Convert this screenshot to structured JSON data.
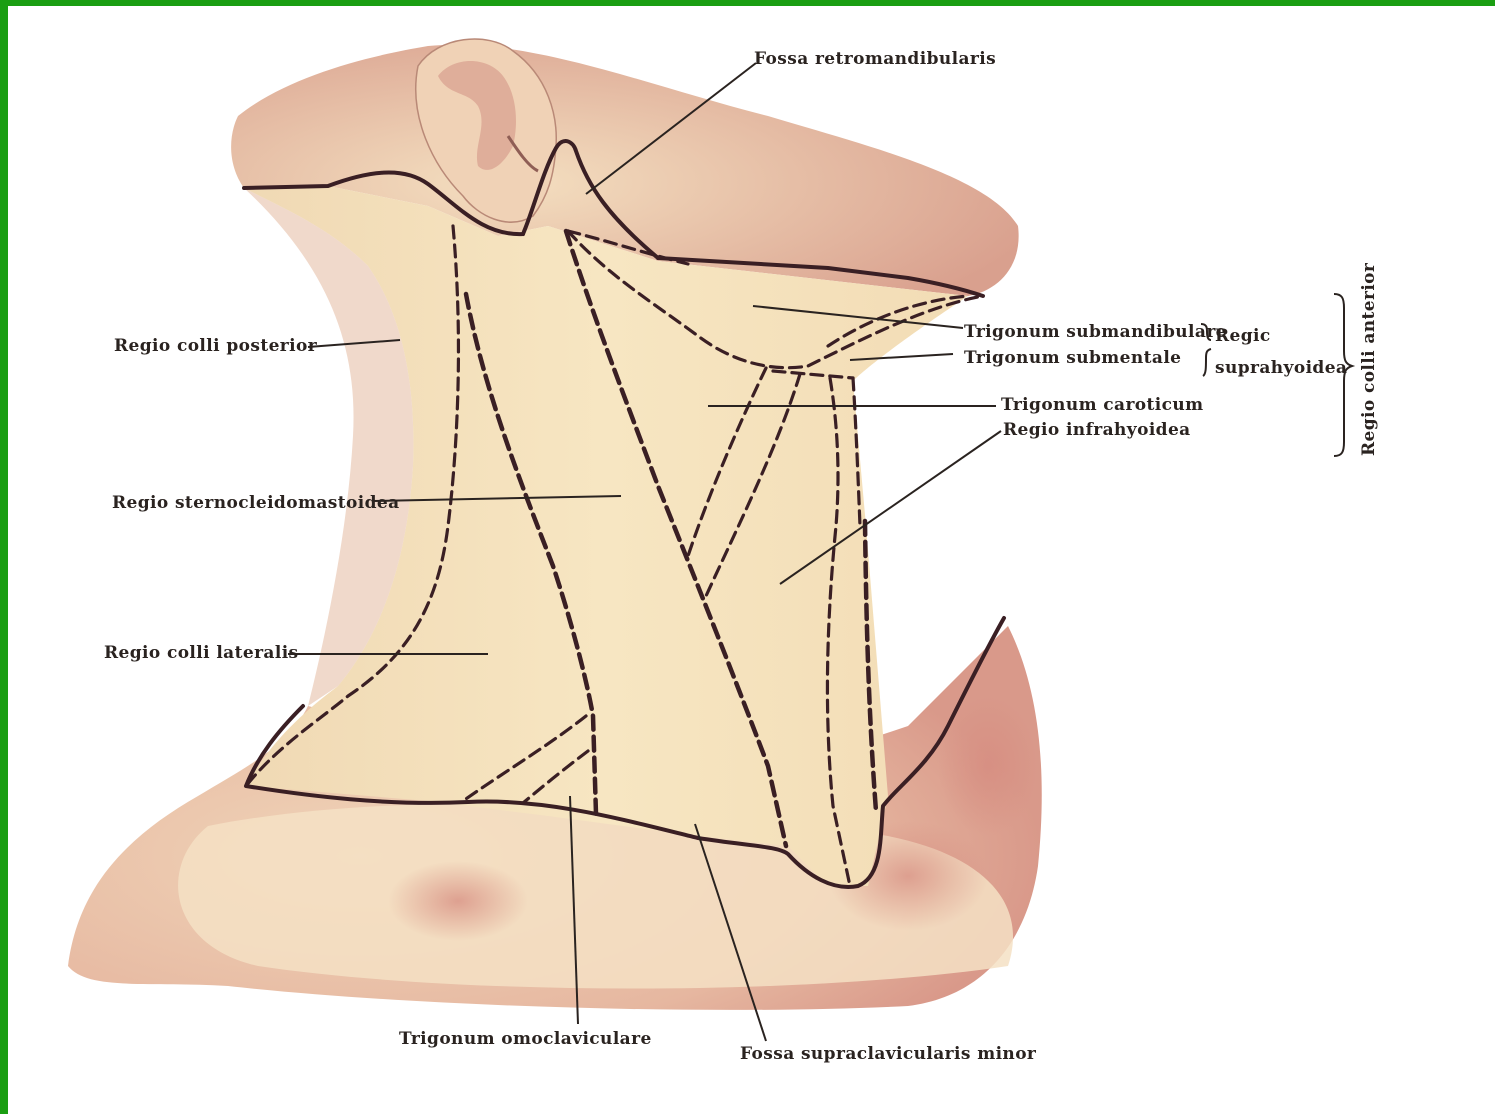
{
  "labels": {
    "fossa_retromandibularis": "Fossa retromandibularis",
    "regio_colli_posterior": "Regio colli posterior",
    "trigonum_submandibulare": "Trigonum submandibulare",
    "trigonum_submentale": "Trigonum submentale",
    "regio_suprahyoidea_line1": "Regic",
    "regio_suprahyoidea_line2": "suprahyoidea",
    "regio_colli_anterior": "Regio colli anterior",
    "trigonum_caroticum": "Trigonum caroticum",
    "regio_infrahyoidea": "Regio infrahyoidea",
    "regio_sternocleidomastoidea": "Regio sternocleidomastoidea",
    "regio_colli_lateralis": "Regio colli lateralis",
    "trigonum_omoclaviculare": "Trigonum omoclaviculare",
    "fossa_supraclavicularis_minor": "Fossa supraclavicularis minor"
  },
  "colors": {
    "frame": "#1a9e12",
    "skin": "#f3e0bc",
    "skin_shadow": "#d9a48e",
    "outline": "#3a1f24",
    "text": "#2a2320"
  }
}
